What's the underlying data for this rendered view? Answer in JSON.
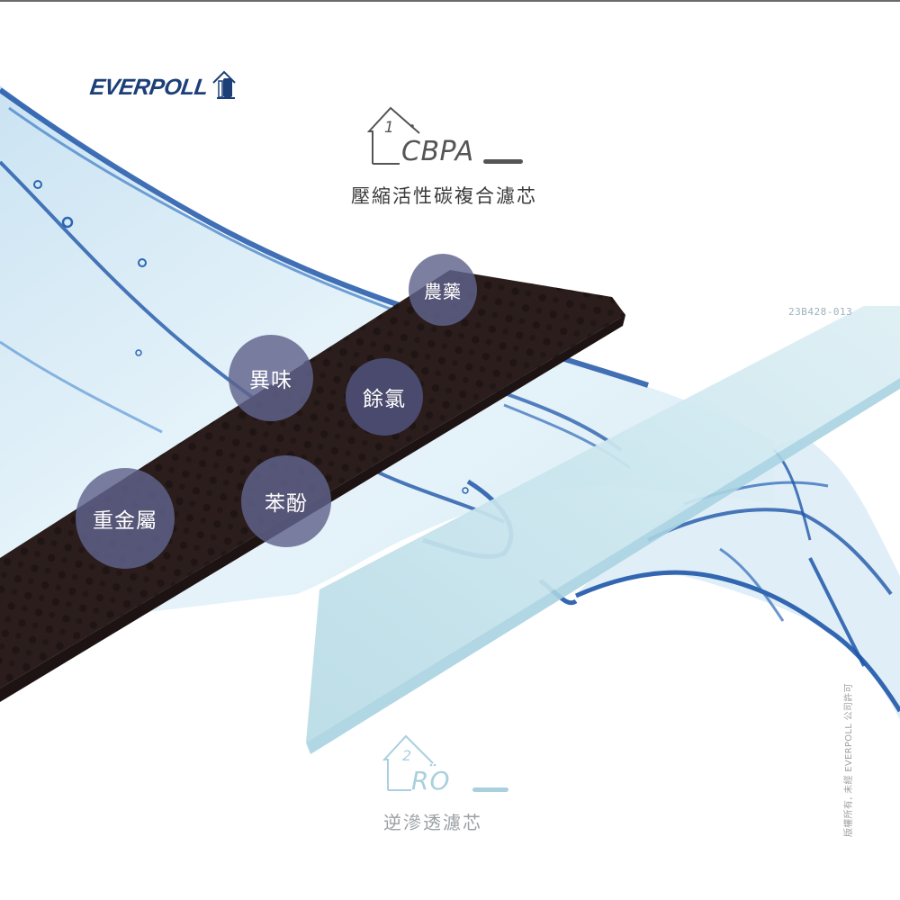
{
  "brand": {
    "name": "EVERPOLL",
    "color": "#1d3f78"
  },
  "stage1": {
    "number": "1",
    "code": "CBPA",
    "title": "壓縮活性碳複合濾芯",
    "color": "#555555"
  },
  "stage2": {
    "number": "2",
    "code": "RO",
    "title": "逆滲透濾芯",
    "color": "#a9d0df"
  },
  "contaminants": [
    {
      "label": "農藥"
    },
    {
      "label": "異味"
    },
    {
      "label": "餘氯"
    },
    {
      "label": "苯酚"
    },
    {
      "label": "重金屬"
    }
  ],
  "product_code": "23B428-013",
  "copyright_notice": "版權所有, 未經 EVERPOLL 公司許可",
  "colors": {
    "carbon_bar": "#2a1d1c",
    "ro_bar": "#bfe0ea",
    "water_dark": "#1f56a8",
    "water_light": "#cfe6f3",
    "bubble": "#60638c"
  },
  "icons": {
    "logo": "house-with-filter-icon",
    "stage_badge": "house-outline-icon"
  }
}
